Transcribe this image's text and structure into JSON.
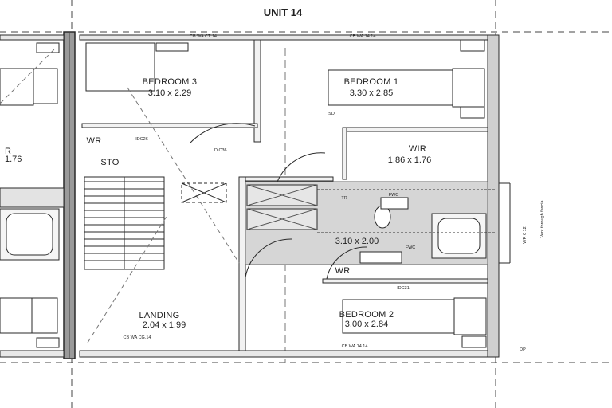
{
  "title": "UNIT 14",
  "rooms": [
    {
      "id": "bedroom3",
      "name": "BEDROOM 3",
      "dim": "3.10 x 2.29"
    },
    {
      "id": "bedroom1",
      "name": "BEDROOM 1",
      "dim": "3.30 x 2.85"
    },
    {
      "id": "wir-top",
      "name": "WIR",
      "dim": "1.86 x 1.76"
    },
    {
      "id": "sto",
      "name": "STO",
      "dim": ""
    },
    {
      "id": "wr-left",
      "name": "WR",
      "dim": ""
    },
    {
      "id": "bath",
      "name": "",
      "dim": "3.10 x 2.00"
    },
    {
      "id": "wr-right",
      "name": "WR",
      "dim": ""
    },
    {
      "id": "landing",
      "name": "LANDING",
      "dim": "2.04 x 1.99"
    },
    {
      "id": "bedroom2",
      "name": "BEDROOM 2",
      "dim": "3.00 x 2.84"
    }
  ],
  "neighbour_labels": {
    "left_wir": "R",
    "left_dim": "1.76"
  },
  "annotations": {
    "ceiling_top_left": "CB WA CT 14",
    "ceiling_top_right": "CB WA 14.14",
    "ceiling_bottom_left": "CB WA CG.14",
    "ceiling_bottom_right": "CB WA 14.14",
    "idc_top": "IDC26",
    "idc_bottom": "IDC31",
    "idc_door": "ID C36",
    "tr": "TR",
    "fwc_top": "FWC",
    "fwc_bottom": "FWC",
    "sd": "SD",
    "dp": "DP",
    "vertical_note_1": "Vent through fascia",
    "vertical_note_2": "WR 6 12"
  }
}
